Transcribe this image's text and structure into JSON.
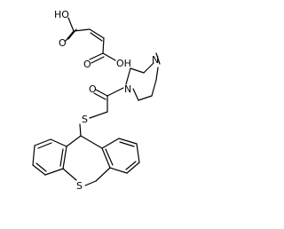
{
  "molecules": [
    {
      "name": "maleic-acid",
      "labels": {
        "oh_left": "HO",
        "o_left": "O",
        "o_right": "O",
        "oh_right": "OH"
      }
    },
    {
      "name": "drug-molecule",
      "labels": {
        "n_methyl": "N",
        "n_amide": "N",
        "o_carbonyl": "O",
        "s_thioether": "S",
        "s_ring": "S"
      }
    }
  ]
}
